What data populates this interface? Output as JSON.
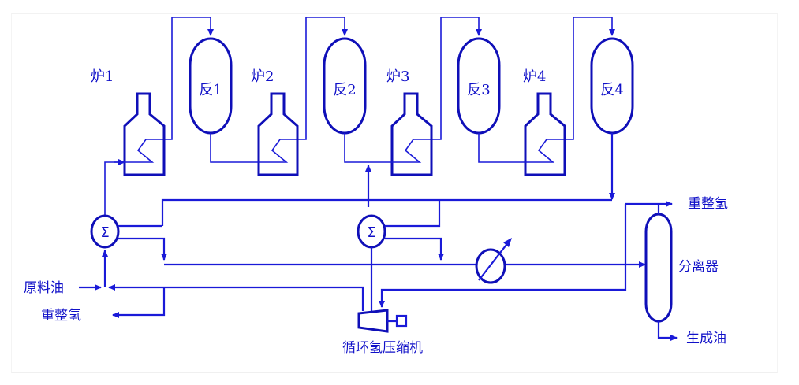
{
  "diagram": {
    "title": "",
    "furnaces": [
      {
        "id": "furnace-1",
        "label": "炉1"
      },
      {
        "id": "furnace-2",
        "label": "炉2"
      },
      {
        "id": "furnace-3",
        "label": "炉3"
      },
      {
        "id": "furnace-4",
        "label": "炉4"
      }
    ],
    "reactors": [
      {
        "id": "reactor-1",
        "label": "反1"
      },
      {
        "id": "reactor-2",
        "label": "反2"
      },
      {
        "id": "reactor-3",
        "label": "反3"
      },
      {
        "id": "reactor-4",
        "label": "反4"
      }
    ],
    "heat_exchangers": [
      {
        "id": "heat-exchanger-1",
        "symbol": "Σ"
      },
      {
        "id": "heat-exchanger-2",
        "symbol": "Σ"
      }
    ],
    "streams": {
      "feed_oil": "原料油",
      "reformed_hydrogen_left": "重整氢",
      "reformed_hydrogen_right": "重整氢",
      "product_oil": "生成油"
    },
    "separator": {
      "label": "分离器"
    },
    "compressor": {
      "label": "循环氢压缩机"
    },
    "cooler": {
      "label": ""
    },
    "colors": {
      "line": "#1a1ad8",
      "equipment": "#0f0fb8",
      "text": "#1010c8",
      "background": "#ffffff"
    }
  }
}
